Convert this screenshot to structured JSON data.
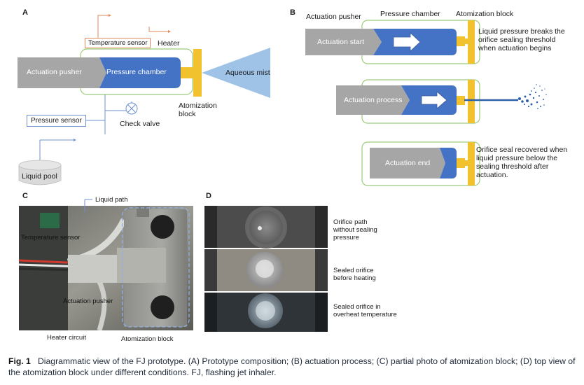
{
  "panelA": {
    "letter": "A",
    "temperature_sensor": "Temperature sensor",
    "heater": "Heater",
    "actuation_pusher": "Actuation pusher",
    "pressure_chamber": "Pressure chamber",
    "aqueous_mist": "Aqueous mist",
    "atomization_block_1": "Atomization",
    "atomization_block_2": "block",
    "pressure_sensor": "Pressure sensor",
    "check_valve": "Check valve",
    "liquid_pool": "Liquid pool"
  },
  "panelB": {
    "letter": "B",
    "header_pusher": "Actuation pusher",
    "header_chamber": "Pressure chamber",
    "header_block": "Atomization block",
    "start_label": "Actuation start",
    "start_desc_1": "Liquid pressure breaks the",
    "start_desc_2": "orifice sealing threshold",
    "start_desc_3": "when actuation begins",
    "process_label": "Actuation process",
    "end_label": "Actuation end",
    "end_desc_1": "Orifice seal recovered when",
    "end_desc_2": "liquid pressure below the",
    "end_desc_3": "sealing threshold after",
    "end_desc_4": "actuation."
  },
  "panelC": {
    "letter": "C",
    "liquid_path": "Liquid path",
    "temperature_sensor": "Temperature sensor",
    "actuation_pusher": "Actuation pusher",
    "heater_circuit": "Heater circuit",
    "atomization_block": "Atomization block"
  },
  "panelD": {
    "letter": "D",
    "row1_1": "Orifice path",
    "row1_2": "without sealing",
    "row1_3": "pressure",
    "row2_1": "Sealed orifice",
    "row2_2": "before heating",
    "row3_1": "Sealed orifice in",
    "row3_2": "overheat temperature"
  },
  "caption": {
    "fig": "Fig. 1",
    "text": "Diagrammatic view of the FJ prototype. (A) Prototype composition; (B) actuation process; (C) partial photo of atomization block; (D) top view of the atomization block under different conditions. FJ, flashing jet inhaler."
  },
  "colors": {
    "chamber_blue": "#4472c4",
    "pusher_gray": "#a6a6a6",
    "block_yellow": "#f2c12e",
    "mist_blue": "#9ec3e6",
    "outline_green": "#9ccc7a",
    "sensor_orange": "#e08a5a",
    "line_blue": "#6d8fd0"
  }
}
